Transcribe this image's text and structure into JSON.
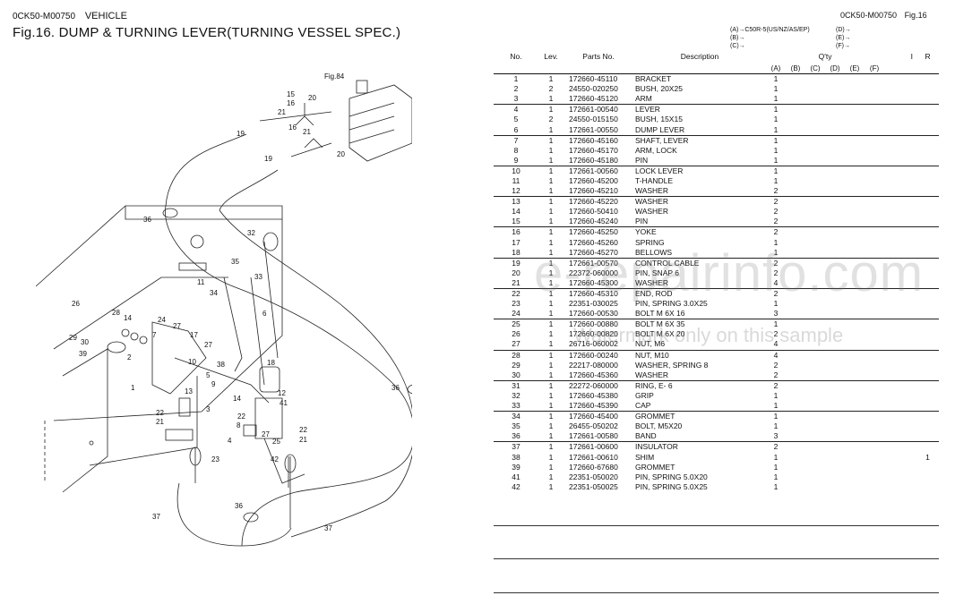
{
  "header": {
    "left_code": "0CK50-M00750",
    "left_section": "VEHICLE",
    "title": "Fig.16.  DUMP & TURNING LEVER(TURNING VESSEL SPEC.)",
    "right_code": "0CK50-M00750",
    "right_fig": "Fig.16"
  },
  "model_legend": {
    "a": "(A)→C50R-5(US/NZ/AS/EP)",
    "b": "(B)→",
    "c": "(C)→",
    "d": "(D)→",
    "e": "(E)→",
    "f": "(F)→"
  },
  "table": {
    "headers": {
      "no": "No.",
      "lev": "Lev.",
      "part": "Parts No.",
      "desc": "Description",
      "qty": "Q'ty",
      "i": "I",
      "r": "R",
      "a": "(A)",
      "b": "(B)",
      "c": "(C)",
      "d": "(D)",
      "e": "(E)",
      "f": "(F)"
    },
    "rows": [
      {
        "no": "1",
        "lev": "1",
        "part": "172660-45110",
        "desc": "BRACKET",
        "a": "1",
        "r": ""
      },
      {
        "no": "2",
        "lev": "2",
        "part": "24550-020250",
        "desc": "BUSH, 20X25",
        "a": "1",
        "r": ""
      },
      {
        "no": "3",
        "lev": "1",
        "part": "172660-45120",
        "desc": "ARM",
        "a": "1",
        "r": ""
      },
      {
        "no": "4",
        "lev": "1",
        "part": "172661-00540",
        "desc": "LEVER",
        "a": "1",
        "r": ""
      },
      {
        "no": "5",
        "lev": "2",
        "part": "24550-015150",
        "desc": "BUSH, 15X15",
        "a": "1",
        "r": ""
      },
      {
        "no": "6",
        "lev": "1",
        "part": "172661-00550",
        "desc": "DUMP LEVER",
        "a": "1",
        "r": ""
      },
      {
        "no": "7",
        "lev": "1",
        "part": "172660-45160",
        "desc": "SHAFT, LEVER",
        "a": "1",
        "r": ""
      },
      {
        "no": "8",
        "lev": "1",
        "part": "172660-45170",
        "desc": "ARM, LOCK",
        "a": "1",
        "r": ""
      },
      {
        "no": "9",
        "lev": "1",
        "part": "172660-45180",
        "desc": "PIN",
        "a": "1",
        "r": ""
      },
      {
        "no": "10",
        "lev": "1",
        "part": "172661-00560",
        "desc": "LOCK LEVER",
        "a": "1",
        "r": ""
      },
      {
        "no": "11",
        "lev": "1",
        "part": "172660-45200",
        "desc": "T-HANDLE",
        "a": "1",
        "r": ""
      },
      {
        "no": "12",
        "lev": "1",
        "part": "172660-45210",
        "desc": "WASHER",
        "a": "2",
        "r": ""
      },
      {
        "no": "13",
        "lev": "1",
        "part": "172660-45220",
        "desc": "WASHER",
        "a": "2",
        "r": ""
      },
      {
        "no": "14",
        "lev": "1",
        "part": "172660-50410",
        "desc": "WASHER",
        "a": "2",
        "r": ""
      },
      {
        "no": "15",
        "lev": "1",
        "part": "172660-45240",
        "desc": "PIN",
        "a": "2",
        "r": ""
      },
      {
        "no": "16",
        "lev": "1",
        "part": "172660-45250",
        "desc": "YOKE",
        "a": "2",
        "r": ""
      },
      {
        "no": "17",
        "lev": "1",
        "part": "172660-45260",
        "desc": "SPRING",
        "a": "1",
        "r": ""
      },
      {
        "no": "18",
        "lev": "1",
        "part": "172660-45270",
        "desc": "BELLOWS",
        "a": "1",
        "r": ""
      },
      {
        "no": "19",
        "lev": "1",
        "part": "172661-00570",
        "desc": "CONTROL CABLE",
        "a": "2",
        "r": ""
      },
      {
        "no": "20",
        "lev": "1",
        "part": "22372-060000",
        "desc": "PIN, SNAP  6",
        "a": "2",
        "r": ""
      },
      {
        "no": "21",
        "lev": "1",
        "part": "172660-45300",
        "desc": "WASHER",
        "a": "4",
        "r": ""
      },
      {
        "no": "22",
        "lev": "1",
        "part": "172660-45310",
        "desc": "END, ROD",
        "a": "2",
        "r": ""
      },
      {
        "no": "23",
        "lev": "1",
        "part": "22351-030025",
        "desc": "PIN, SPRING 3.0X25",
        "a": "1",
        "r": ""
      },
      {
        "no": "24",
        "lev": "1",
        "part": "172660-00530",
        "desc": "BOLT M 6X 16",
        "a": "3",
        "r": ""
      },
      {
        "no": "25",
        "lev": "1",
        "part": "172660-00880",
        "desc": "BOLT M 6X 35",
        "a": "1",
        "r": ""
      },
      {
        "no": "26",
        "lev": "1",
        "part": "172660-00820",
        "desc": "BOLT M 6X 20",
        "a": "2",
        "r": ""
      },
      {
        "no": "27",
        "lev": "1",
        "part": "26716-060002",
        "desc": "NUT, M6",
        "a": "4",
        "r": ""
      },
      {
        "no": "28",
        "lev": "1",
        "part": "172660-00240",
        "desc": "NUT, M10",
        "a": "4",
        "r": ""
      },
      {
        "no": "29",
        "lev": "1",
        "part": "22217-080000",
        "desc": "WASHER, SPRING  8",
        "a": "2",
        "r": ""
      },
      {
        "no": "30",
        "lev": "1",
        "part": "172660-45360",
        "desc": "WASHER",
        "a": "2",
        "r": ""
      },
      {
        "no": "31",
        "lev": "1",
        "part": "22272-060000",
        "desc": "RING, E- 6",
        "a": "2",
        "r": ""
      },
      {
        "no": "32",
        "lev": "1",
        "part": "172660-45380",
        "desc": "GRIP",
        "a": "1",
        "r": ""
      },
      {
        "no": "33",
        "lev": "1",
        "part": "172660-45390",
        "desc": "CAP",
        "a": "1",
        "r": ""
      },
      {
        "no": "34",
        "lev": "1",
        "part": "172660-45400",
        "desc": "GROMMET",
        "a": "1",
        "r": ""
      },
      {
        "no": "35",
        "lev": "1",
        "part": "26455-050202",
        "desc": "BOLT, M5X20",
        "a": "1",
        "r": ""
      },
      {
        "no": "36",
        "lev": "1",
        "part": "172661-00580",
        "desc": "BAND",
        "a": "3",
        "r": ""
      },
      {
        "no": "37",
        "lev": "1",
        "part": "172661-00600",
        "desc": "INSULATOR",
        "a": "2",
        "r": ""
      },
      {
        "no": "38",
        "lev": "1",
        "part": "172661-00610",
        "desc": "SHIM",
        "a": "1",
        "r": "1"
      },
      {
        "no": "39",
        "lev": "1",
        "part": "172660-67680",
        "desc": "GROMMET",
        "a": "1",
        "r": ""
      },
      {
        "no": "41",
        "lev": "1",
        "part": "22351-050020",
        "desc": "PIN, SPRING 5.0X20",
        "a": "1",
        "r": ""
      },
      {
        "no": "42",
        "lev": "1",
        "part": "22351-050025",
        "desc": "PIN, SPRING 5.0X25",
        "a": "1",
        "r": ""
      }
    ]
  },
  "drawing": {
    "fig_ref": "Fig.84",
    "callouts": [
      "15",
      "16",
      "20",
      "21",
      "19",
      "16",
      "21",
      "20",
      "19",
      "36",
      "32",
      "35",
      "33",
      "11",
      "34",
      "6",
      "26",
      "28",
      "14",
      "29",
      "30",
      "39",
      "24",
      "27",
      "17",
      "2",
      "27",
      "7",
      "10",
      "38",
      "5",
      "9",
      "1",
      "18",
      "13",
      "14",
      "3",
      "12",
      "41",
      "22",
      "21",
      "27",
      "4",
      "25",
      "21",
      "42",
      "36",
      "37",
      "37",
      "8",
      "22",
      "23",
      "36"
    ]
  },
  "watermark": {
    "main": "e-repairinfo.com",
    "sub": "Watermark only on this sample"
  }
}
